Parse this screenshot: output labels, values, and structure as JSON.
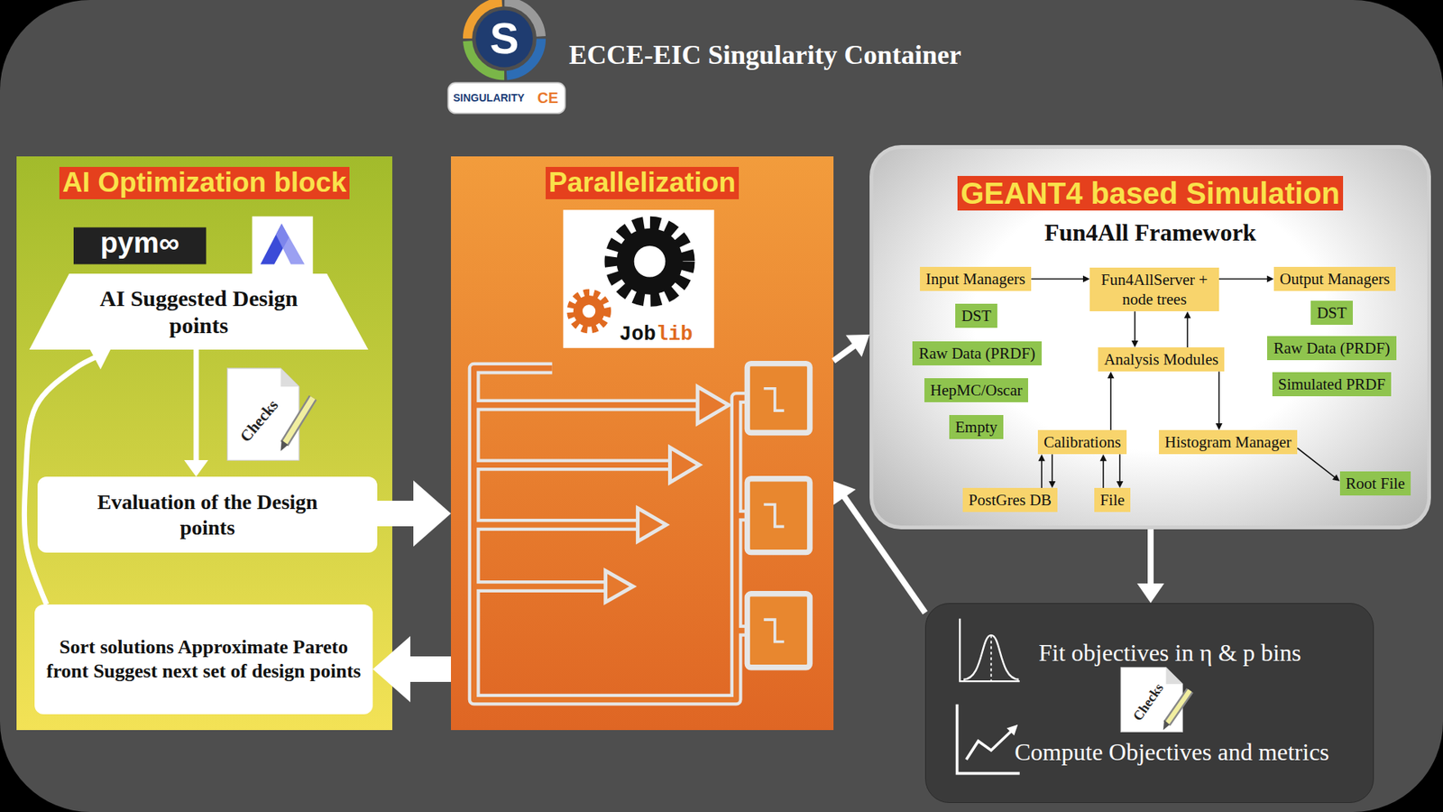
{
  "diagram": {
    "title": "ECCE-EIC Singularity Container",
    "nodes": [
      {
        "text": [
          "AI Optimization block"
        ]
      },
      {
        "text": [
          "AI Suggested Design points"
        ],
        "in": 0
      },
      {
        "text": [
          "Evaluation of the Design points"
        ],
        "in": 0
      },
      {
        "text": [
          "Sort solutions Approximate Pareto front Suggest next set of design points"
        ],
        "in": 0
      },
      {
        "text": [
          "Parallelization"
        ]
      },
      {
        "text": [
          "GEANT4 based Simulation",
          "Fun4All Framework"
        ]
      },
      {
        "text": [
          "Input Managers"
        ],
        "in": 5
      },
      {
        "text": [
          "Fun4AllServer + node trees"
        ],
        "in": 5
      },
      {
        "text": [
          "Output Managers"
        ],
        "in": 5
      },
      {
        "text": [
          "DST"
        ],
        "in": 5
      },
      {
        "text": [
          "Raw Data (PRDF)"
        ],
        "in": 5
      },
      {
        "text": [
          "HepMC/Oscar"
        ],
        "in": 5
      },
      {
        "text": [
          "Empty"
        ],
        "in": 5
      },
      {
        "text": [
          "Analysis Modules"
        ],
        "in": 5
      },
      {
        "text": [
          "DST"
        ],
        "in": 5
      },
      {
        "text": [
          "Raw Data (PRDF)"
        ],
        "in": 5
      },
      {
        "text": [
          "Simulated PRDF"
        ],
        "in": 5
      },
      {
        "text": [
          "Calibrations"
        ],
        "in": 5
      },
      {
        "text": [
          "Histogram Manager"
        ],
        "in": 5
      },
      {
        "text": [
          "PostGres DB"
        ],
        "in": 5
      },
      {
        "text": [
          "File"
        ],
        "in": 5
      },
      {
        "text": [
          "Root File"
        ],
        "in": 5
      },
      {
        "text": [
          "Fit objectives in η & p bins",
          "Compute Objectives and metrics"
        ]
      }
    ],
    "edges": [
      {
        "from": 1,
        "to": 2,
        "arrow": "to"
      },
      {
        "from": 3,
        "to": 1,
        "arrow": "to"
      },
      {
        "from": 2,
        "to": 4,
        "arrow": "to"
      },
      {
        "from": 4,
        "to": 3,
        "arrow": "to"
      },
      {
        "from": 4,
        "to": 5,
        "arrow": "to"
      },
      {
        "from": 5,
        "to": 22,
        "arrow": "to"
      },
      {
        "from": 22,
        "to": 4,
        "arrow": "to"
      },
      {
        "from": 6,
        "to": 7,
        "arrow": "to"
      },
      {
        "from": 7,
        "to": 8,
        "arrow": "to"
      },
      {
        "from": 7,
        "to": 13,
        "arrow": "to"
      },
      {
        "from": 13,
        "to": 7,
        "arrow": "to"
      },
      {
        "from": 17,
        "to": 13,
        "arrow": "to"
      },
      {
        "from": 13,
        "to": 18,
        "arrow": "to"
      },
      {
        "from": 18,
        "to": 21,
        "arrow": "to"
      },
      {
        "from": 19,
        "to": 17,
        "arrow": "to"
      },
      {
        "from": 17,
        "to": 19,
        "arrow": "to"
      },
      {
        "from": 20,
        "to": 17,
        "arrow": "to"
      },
      {
        "from": 17,
        "to": 20,
        "arrow": "to"
      }
    ],
    "labels": [
      "S",
      "SINGULARITY",
      "CE",
      "pym∞",
      "Checks",
      "Job",
      "lib",
      "Checks"
    ]
  }
}
